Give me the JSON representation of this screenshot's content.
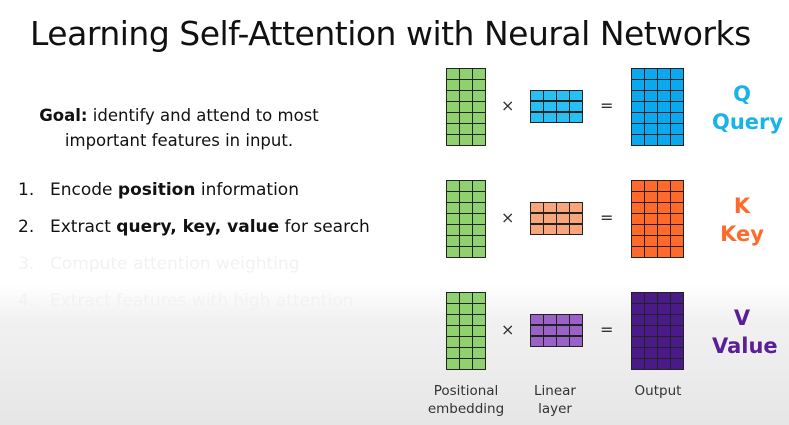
{
  "title": "Learning Self-Attention with Neural Networks",
  "goal": {
    "bold": "Goal:",
    "text": " identify and attend to most important features in input."
  },
  "steps": [
    {
      "num": "1.",
      "parts": [
        {
          "t": "Encode "
        },
        {
          "t": "position",
          "b": true
        },
        {
          "t": " information"
        }
      ],
      "faded": false
    },
    {
      "num": "2.",
      "parts": [
        {
          "t": "Extract "
        },
        {
          "t": "query, key, value",
          "b": true
        },
        {
          "t": " for search"
        }
      ],
      "faded": false
    },
    {
      "num": "3.",
      "parts": [
        {
          "t": "Compute "
        },
        {
          "t": "attention weighting"
        }
      ],
      "faded": true
    },
    {
      "num": "4.",
      "parts": [
        {
          "t": "Extract "
        },
        {
          "t": "features with high attention"
        }
      ],
      "faded": true
    }
  ],
  "operators": {
    "times": "×",
    "equals": "="
  },
  "rows": [
    {
      "letter": "Q",
      "name": "Query",
      "color": "#19b2ea",
      "linear": "#27bff4",
      "output": "#0aa8ee"
    },
    {
      "letter": "K",
      "name": "Key",
      "color": "#ff6a2a",
      "linear": "#f9a57c",
      "output": "#ff6a2a"
    },
    {
      "letter": "V",
      "name": "Value",
      "color": "#5a1f96",
      "linear": "#9a62c6",
      "output": "#4a1a88"
    }
  ],
  "embedding_color": "#8fd06f",
  "captions": {
    "embedding": "Positional embedding",
    "linear": "Linear layer",
    "output": "Output"
  }
}
